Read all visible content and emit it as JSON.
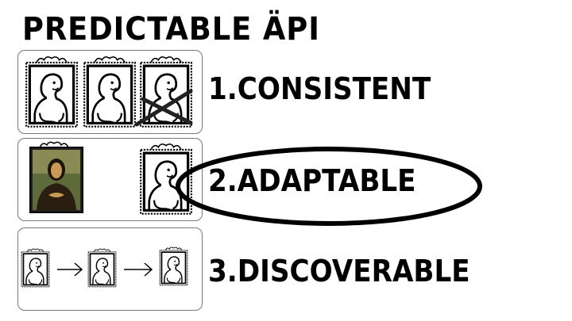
{
  "title": "PREDICTABLE ÄPI",
  "items": [
    {
      "label": "1.CONSISTENT"
    },
    {
      "label": "2.ADAPTABLE",
      "highlighted": true
    },
    {
      "label": "3.DISCOVERABLE"
    }
  ]
}
